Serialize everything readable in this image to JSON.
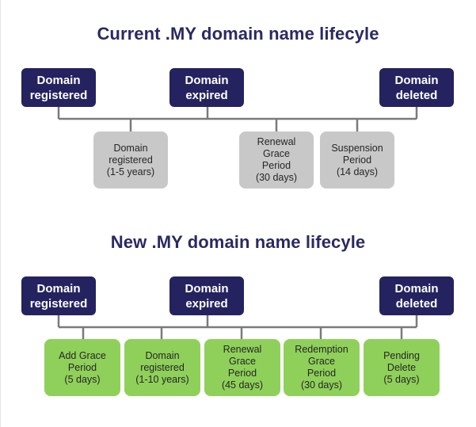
{
  "current": {
    "title": "Current .MY domain name lifecyle",
    "milestones": [
      "Domain\nregistered",
      "Domain\nexpired",
      "Domain\ndeleted"
    ],
    "periods": [
      "Domain\nregistered\n(1-5 years)",
      "Renewal\nGrace\nPeriod\n(30 days)",
      "Suspension\nPeriod\n(14 days)"
    ]
  },
  "new": {
    "title": "New .MY domain name lifecyle",
    "milestones": [
      "Domain\nregistered",
      "Domain\nexpired",
      "Domain\ndeleted"
    ],
    "periods": [
      "Add Grace\nPeriod\n(5 days)",
      "Domain\nregistered\n(1-10 years)",
      "Renewal\nGrace\nPeriod\n(45 days)",
      "Redemption\nGrace\nPeriod\n(30 days)",
      "Pending\nDelete\n(5 days)"
    ]
  },
  "colors": {
    "milestone": "#24235f",
    "current_period": "#c8c8c8",
    "new_period": "#8fd05a",
    "connector": "#7a7a7a",
    "title": "#2a2a62"
  }
}
